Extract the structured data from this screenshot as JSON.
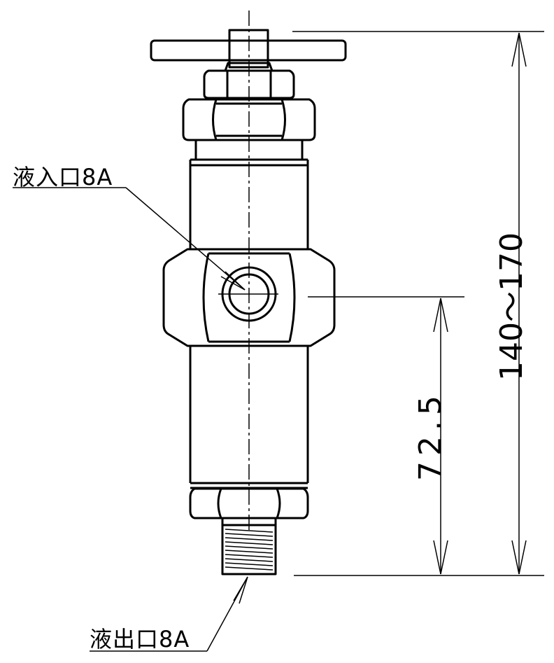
{
  "labels": {
    "inlet": "液入口8A",
    "outlet": "液出口8A"
  },
  "dimensions": {
    "total_height": "140～170",
    "center_height": "72.5"
  }
}
